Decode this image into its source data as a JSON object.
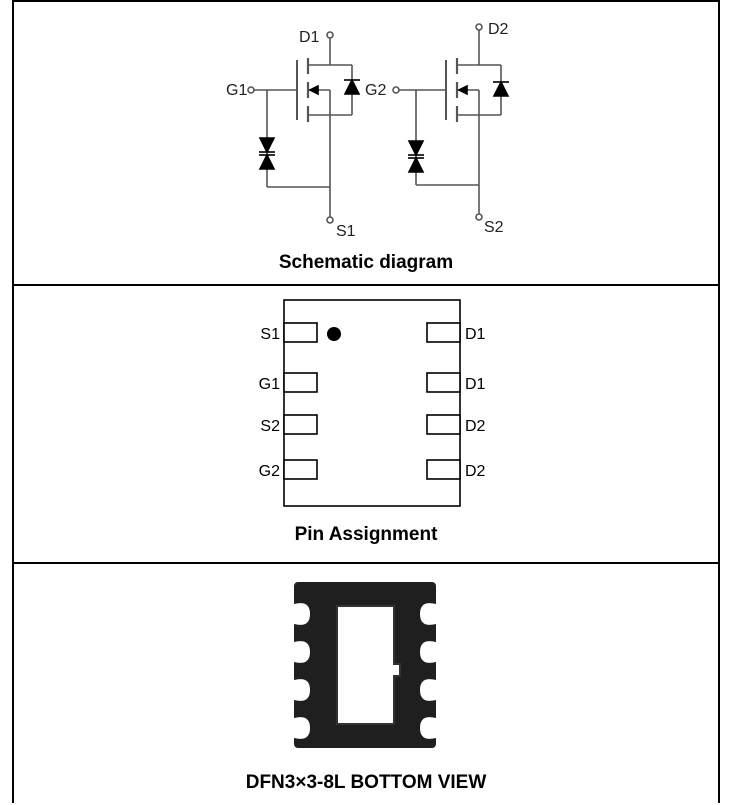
{
  "schematic": {
    "caption": "Schematic diagram",
    "mosfet1": {
      "drain": "D1",
      "gate": "G1",
      "source": "S1"
    },
    "mosfet2": {
      "drain": "D2",
      "gate": "G2",
      "source": "S2"
    }
  },
  "pinout": {
    "caption": "Pin Assignment",
    "left_pins": [
      "S1",
      "G1",
      "S2",
      "G2"
    ],
    "right_pins": [
      "D1",
      "D1",
      "D2",
      "D2"
    ]
  },
  "package": {
    "caption": "DFN3×3-8L BOTTOM VIEW"
  },
  "colors": {
    "line": "#000000",
    "wire": "#555555",
    "package_body": "#1f1f1f",
    "package_bg": "#ffffff"
  }
}
